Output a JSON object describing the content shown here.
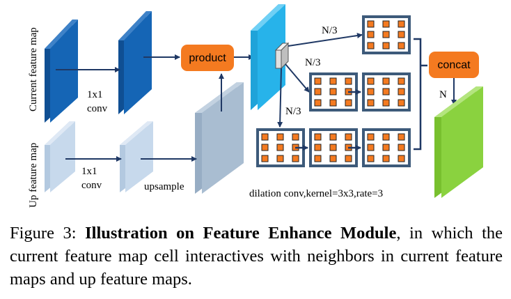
{
  "diagram": {
    "side_labels": {
      "current": "Current feature map",
      "up": "Up feature map"
    },
    "labels": {
      "conv_top_1": "1x1",
      "conv_top_2": "conv",
      "conv_bottom_1": "1x1",
      "conv_bottom_2": "conv",
      "upsample": "upsample",
      "split_top": "N/3",
      "split_mid": "N/3",
      "split_bottom": "N/3",
      "concat_out": "N",
      "dilation_note": "dilation conv,kernel=3x3,rate=3"
    },
    "boxes": {
      "product": "product",
      "concat": "concat"
    },
    "colors": {
      "dark_blue": "#1565b5",
      "light_blue": "#c7d9ec",
      "gray_blue": "#a9bdd1",
      "cyan": "#27b3ea",
      "orange": "#f47a20",
      "green": "#8ad23f",
      "grid_border": "#3d5a7a"
    }
  },
  "caption": {
    "prefix": "Figure 3:",
    "title": "Illustration on Feature Enhance Module",
    "body": ", in which the current feature map cell interactives with neighbors in current feature maps and up feature maps."
  }
}
